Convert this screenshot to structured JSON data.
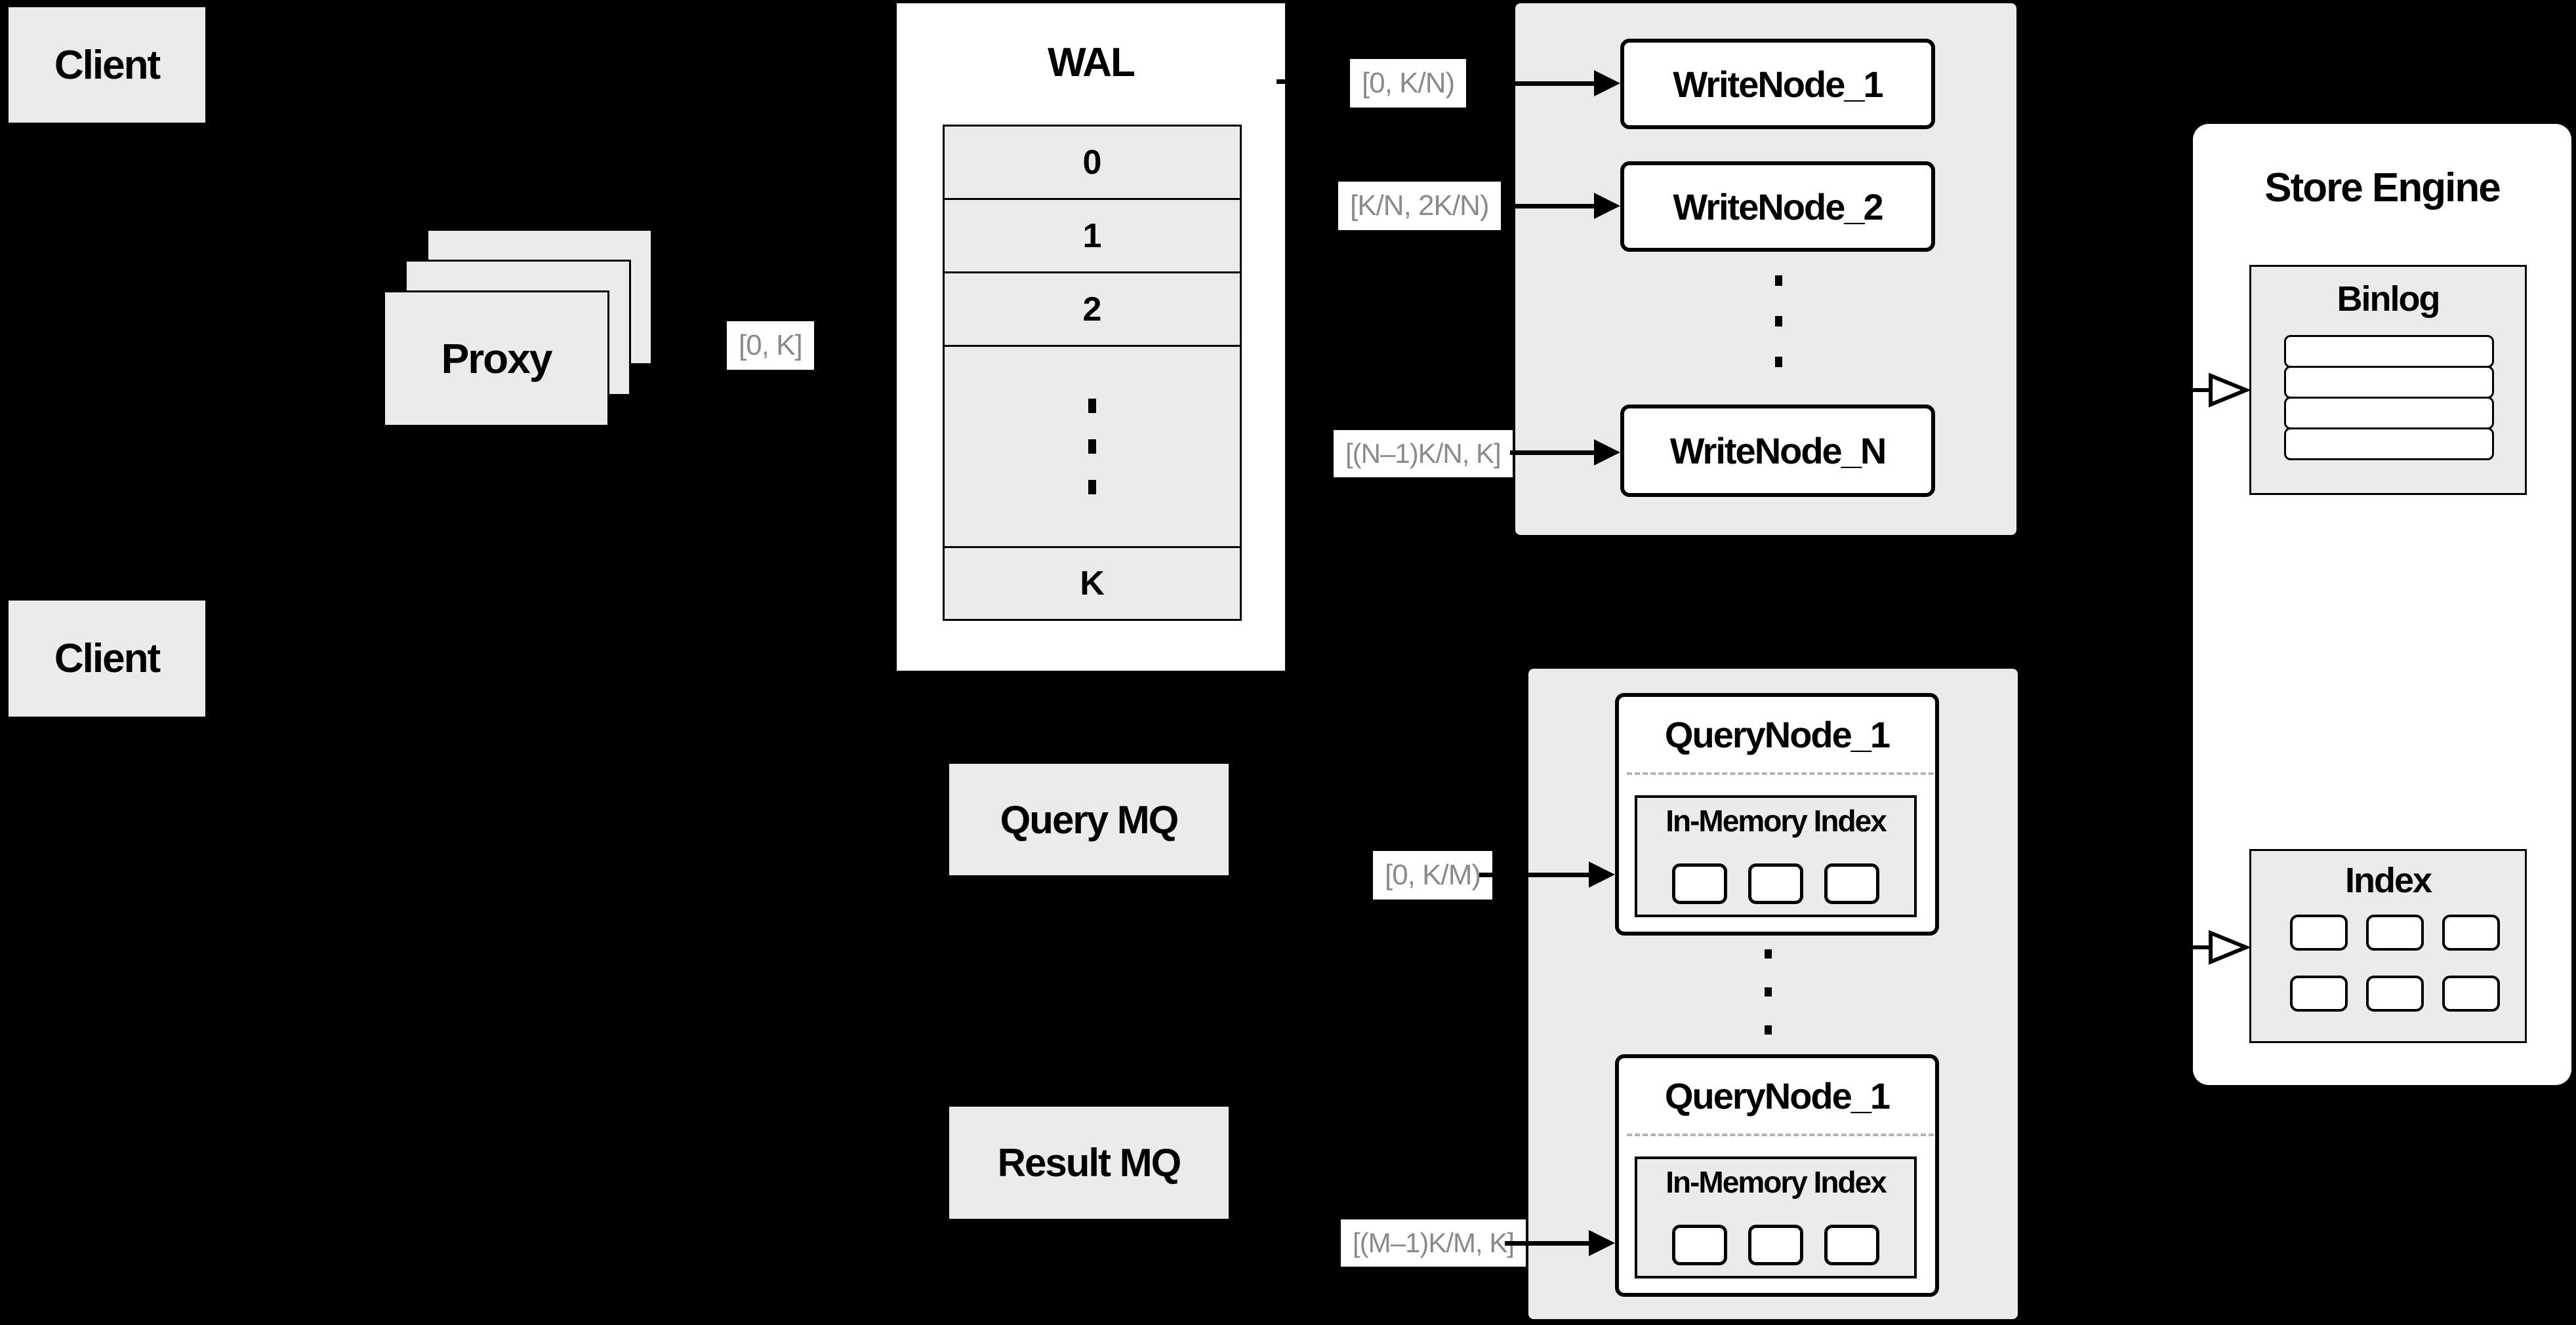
{
  "colors": {
    "background": "#000000",
    "box_gray": "#ebebeb",
    "white": "#ffffff",
    "border_black": "#000000",
    "range_label_text": "#8a8a8a",
    "dashed_divider": "#b3b3b3"
  },
  "client_top": {
    "label": "Client"
  },
  "client_bottom": {
    "label": "Client"
  },
  "proxy": {
    "label": "Proxy"
  },
  "proxy_to_wal_range": "[0, K]",
  "wal": {
    "title": "WAL",
    "row0": "0",
    "row1": "1",
    "row2": "2",
    "rowk": "K"
  },
  "write_group": {
    "node1": {
      "range": "[0, K/N)",
      "label": "WriteNode_1"
    },
    "node2": {
      "range": "[K/N, 2K/N)",
      "label": "WriteNode_2"
    },
    "noden": {
      "range": "[(N–1)K/N, K]",
      "label": "WriteNode_N"
    }
  },
  "store_engine": {
    "title": "Store Engine",
    "binlog_title": "Binlog",
    "index_title": "Index"
  },
  "query_mq": {
    "label": "Query MQ"
  },
  "result_mq": {
    "label": "Result MQ"
  },
  "query_group": {
    "node1": {
      "range": "[0, K/M)",
      "label": "QueryNode_1",
      "inner_title": "In-Memory Index"
    },
    "node2": {
      "range": "[(M–1)K/M, K]",
      "label": "QueryNode_1",
      "inner_title": "In-Memory Index"
    }
  }
}
